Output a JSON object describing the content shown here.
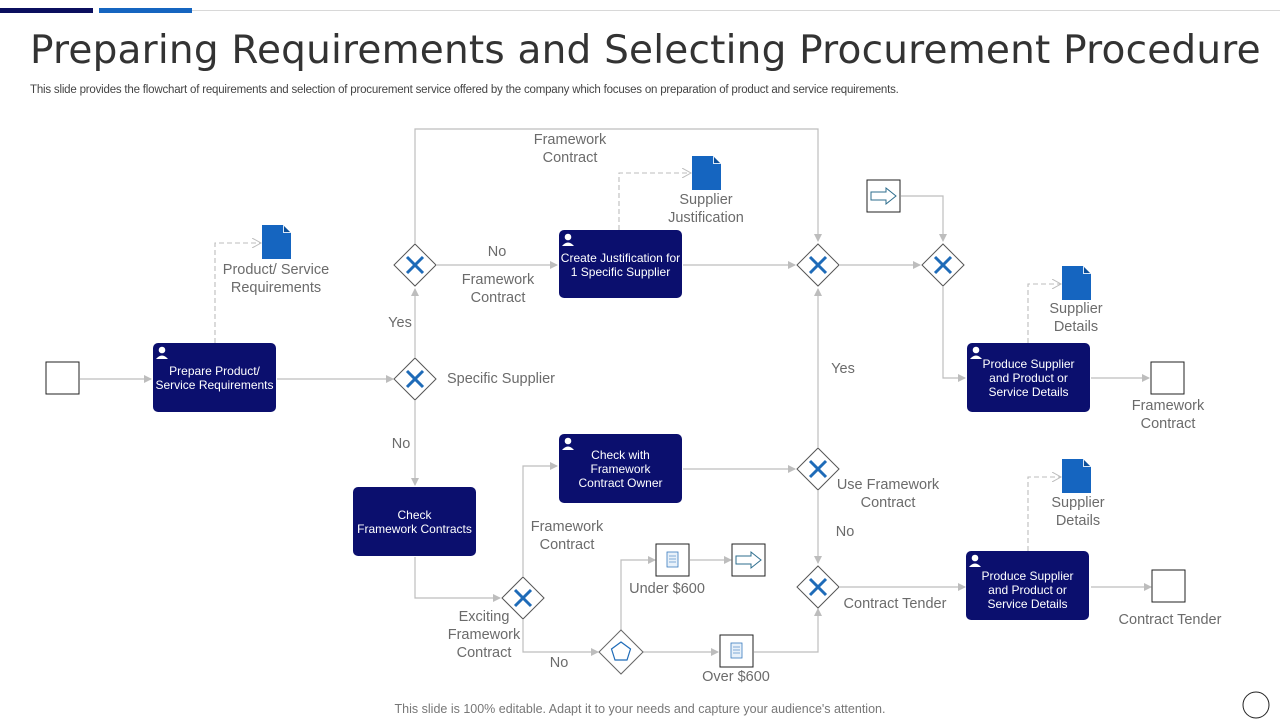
{
  "slide": {
    "title": "Preparing Requirements and Selecting Procurement Procedure",
    "subtitle": "This slide provides the flowchart of requirements and selection of procurement service offered by the company which focuses on preparation of product and service requirements.",
    "footer": "This slide is 100% editable. Adapt it to your needs and capture your audience's attention."
  },
  "colors": {
    "task_fill": "#0b0f6e",
    "document_fill": "#1565c0",
    "gateway_x": "#1e6bb8",
    "connector": "#bdbdbd",
    "label": "#6b6b6b",
    "accent_dark": "#0b0f5e",
    "accent_blue": "#1565c0"
  },
  "tasks": {
    "prepare": [
      "Prepare Product/",
      "Service Requirements"
    ],
    "justification": [
      "Create Justification for",
      "1 Specific Supplier"
    ],
    "check_contracts": [
      "Check",
      "Framework Contracts"
    ],
    "check_owner": [
      "Check with",
      "Framework",
      "Contract Owner"
    ],
    "produce_top": [
      "Produce Supplier",
      "and Product or",
      "Service Details"
    ],
    "produce_bottom": [
      "Produce Supplier",
      "and Product or",
      "Service Details"
    ]
  },
  "documents": {
    "requirements": [
      "Product/ Service",
      "Requirements"
    ],
    "supplier_justification": [
      "Supplier",
      "Justification"
    ],
    "supplier_details_top": [
      "Supplier",
      "Details"
    ],
    "supplier_details_bottom": [
      "Supplier",
      "Details"
    ]
  },
  "labels": {
    "framework_contract_top": [
      "Framework",
      "Contract"
    ],
    "no_top": "No",
    "framework_contract_mid": [
      "Framework",
      "Contract"
    ],
    "yes_left": "Yes",
    "specific_supplier": "Specific Supplier",
    "no_left": "No",
    "yes_right": "Yes",
    "framework_contract_lower": [
      "Framework",
      "Contract"
    ],
    "exciting_framework_contract": [
      "Exciting",
      "Framework",
      "Contract"
    ],
    "no_bottom": "No",
    "under_600": "Under $600",
    "over_600": "Over $600",
    "use_framework_contract": [
      "Use Framework",
      "Contract"
    ],
    "no_right": "No",
    "contract_tender_mid": "Contract Tender",
    "end_framework_contract": [
      "Framework",
      "Contract"
    ],
    "end_contract_tender": "Contract Tender"
  },
  "icons": {
    "task": "user-icon",
    "gateway": "exclusive-gateway-x-icon",
    "event_gateway": "pentagon-gateway-icon",
    "document": "document-icon",
    "rule": "business-rule-icon",
    "link": "arrow-right-link-icon"
  }
}
